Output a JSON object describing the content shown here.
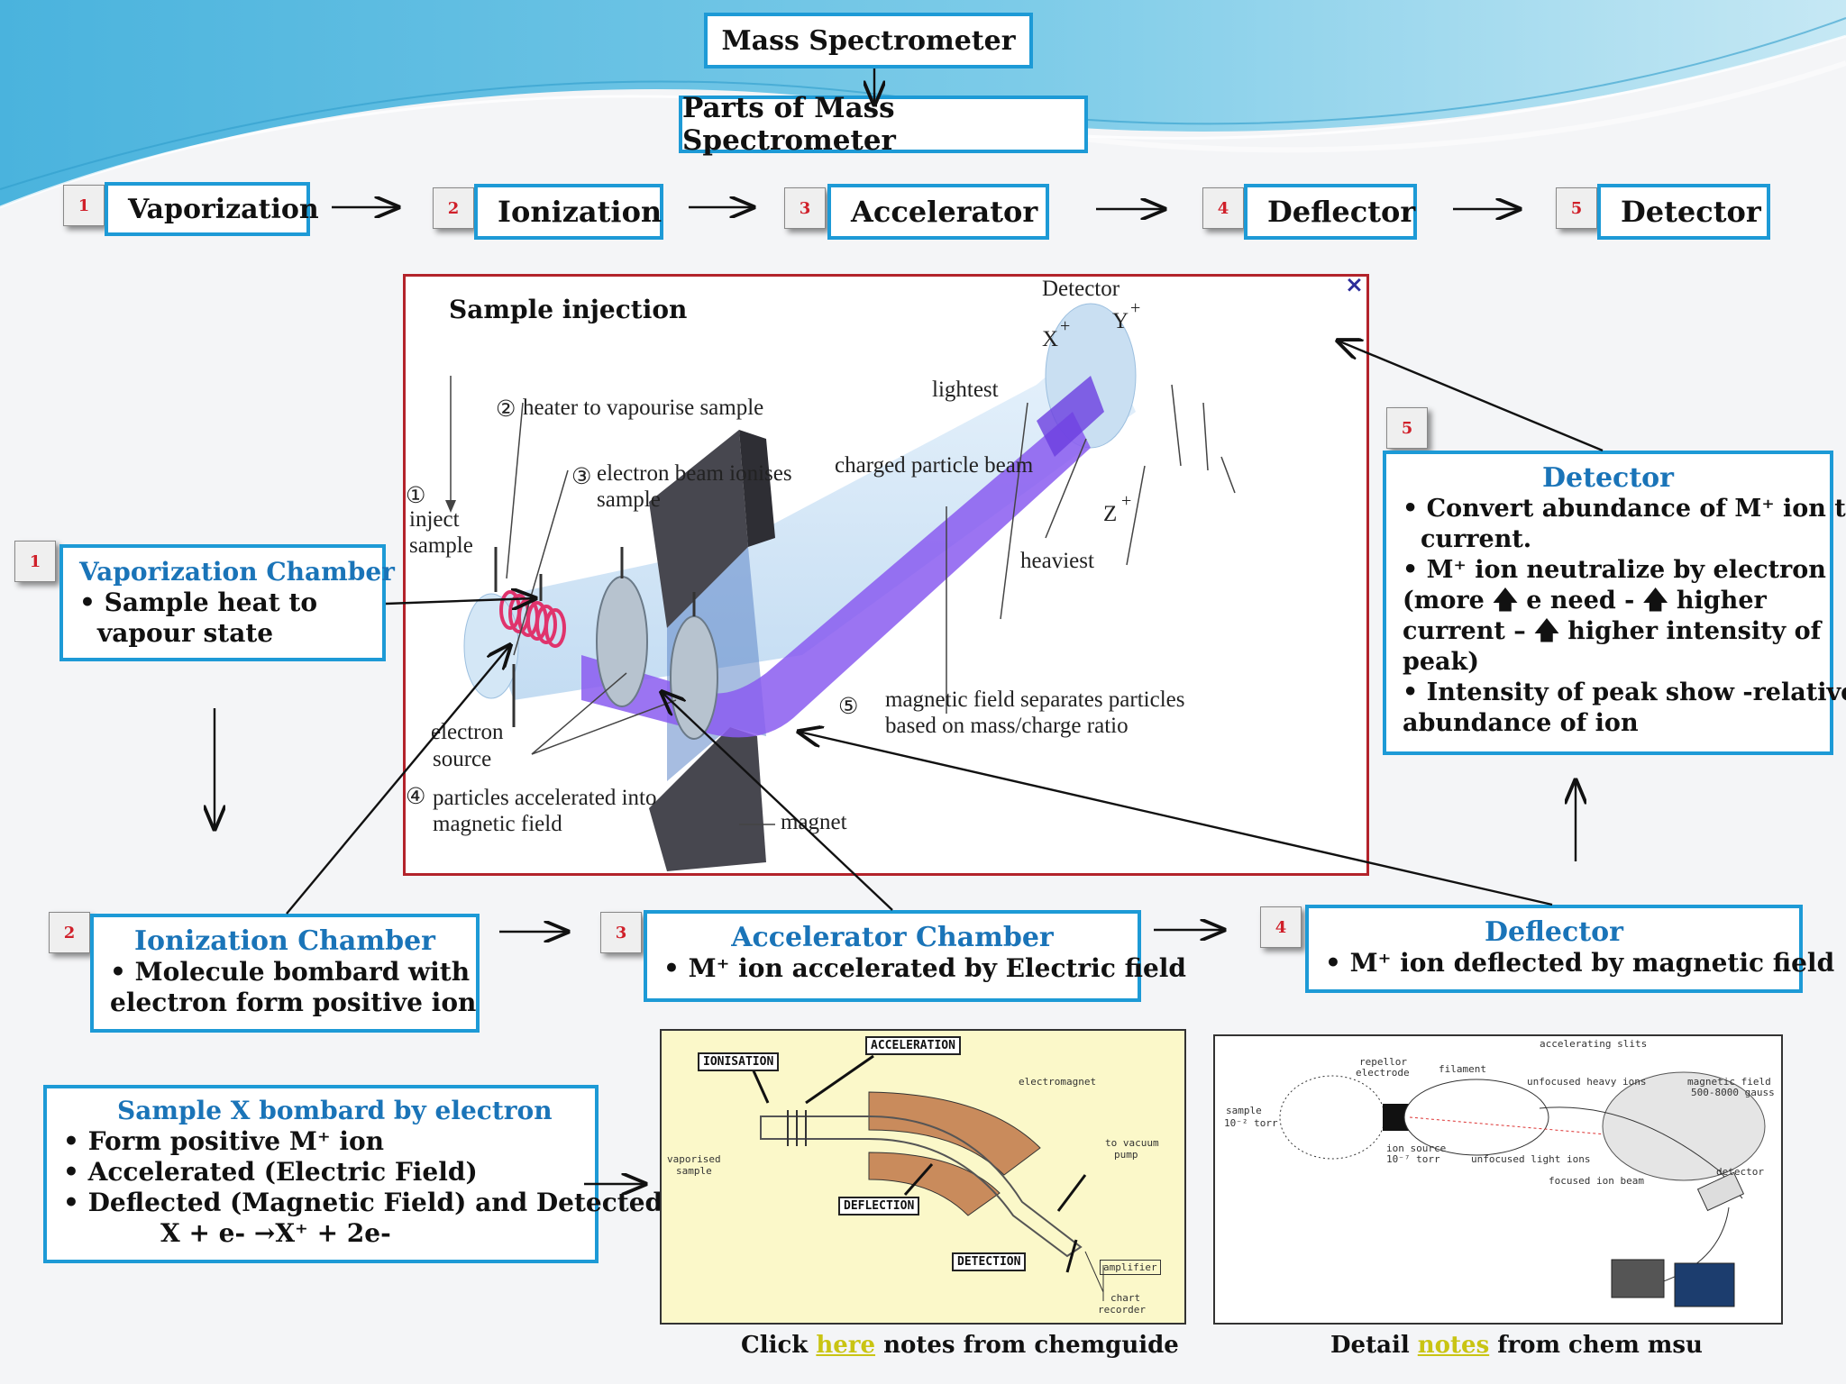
{
  "header": {
    "title": "Mass Spectrometer",
    "subtitle": "Parts of Mass Spectrometer"
  },
  "steps": [
    {
      "num": "1",
      "label": "Vaporization"
    },
    {
      "num": "2",
      "label": "Ionization"
    },
    {
      "num": "3",
      "label": "Accelerator"
    },
    {
      "num": "4",
      "label": "Deflector"
    },
    {
      "num": "5",
      "label": "Detector"
    }
  ],
  "diagram": {
    "sample_injection": "Sample injection",
    "heater": "heater to vapourise sample",
    "electron_beam_1": "electron beam ionises",
    "electron_beam_2": "sample",
    "charged_beam": "charged particle beam",
    "inject_1": "inject",
    "inject_2": "sample",
    "electron_source_1": "electron",
    "electron_source_2": "source",
    "accelerated_1": "particles accelerated into",
    "accelerated_2": "magnetic field",
    "magnet": "magnet",
    "magnetic_sep_1": "magnetic field separates particles",
    "magnetic_sep_2": "based on mass/charge ratio",
    "detector": "Detector",
    "lightest": "lightest",
    "heaviest": "heaviest",
    "x_label": "X",
    "y_label": "Y",
    "z_label": "Z",
    "plus": "+",
    "close": "×",
    "circled": [
      "①",
      "②",
      "③",
      "④",
      "⑤"
    ]
  },
  "boxes": {
    "vaporization": {
      "num": "1",
      "title": "Vaporization Chamber",
      "lines": [
        "• Sample heat to",
        "vapour state"
      ]
    },
    "ionization": {
      "num": "2",
      "title": "Ionization Chamber",
      "lines": [
        "• Molecule bombard with",
        "electron form positive ion"
      ]
    },
    "accelerator": {
      "num": "3",
      "title": "Accelerator Chamber",
      "lines": [
        "• M⁺ ion accelerated by Electric field"
      ]
    },
    "deflector": {
      "num": "4",
      "title": "Deflector",
      "lines": [
        "• M⁺ ion deflected by magnetic field"
      ]
    },
    "detector": {
      "num": "5",
      "title": "Detector",
      "lines": [
        "• Convert abundance of M⁺ ion to",
        "current.",
        "• M⁺ ion neutralize by electron",
        "(more 🡅 e need - 🡅 higher",
        "current – 🡅 higher intensity of",
        "peak)",
        "• Intensity of peak show -relative",
        "abundance of ion"
      ]
    },
    "summary": {
      "title": "Sample X bombard by electron",
      "lines": [
        "• Form positive M⁺ ion",
        "• Accelerated (Electric Field)",
        "• Deflected (Magnetic Field) and Detected",
        "X  +  e-  →X⁺  +  2e-"
      ]
    }
  },
  "chemguide": {
    "ionisation": "IONISATION",
    "acceleration": "ACCELERATION",
    "electromagnet": "electromagnet",
    "vacuum_1": "to vacuum",
    "vacuum_2": "pump",
    "vaporised_1": "vaporised",
    "vaporised_2": "sample",
    "deflection": "DEFLECTION",
    "detection": "DETECTION",
    "amplifier": "amplifier",
    "chart_1": "chart",
    "chart_2": "recorder"
  },
  "msu": {
    "accelerating_slits": "accelerating slits",
    "repellor_1": "repellor",
    "repellor_2": "electrode",
    "filament": "filament",
    "unfocused_heavy": "unfocused heavy ions",
    "magnetic_field": "magnetic field",
    "gauss": "500-8000 gauss",
    "sample": "sample",
    "sample_torr": "10⁻² torr",
    "ion_source": "ion source",
    "ion_torr": "10⁻⁷ torr",
    "unfocused_light": "unfocused light ions",
    "focused": "focused ion beam",
    "detector": "detector"
  },
  "captions": {
    "left_pre": "Click ",
    "left_link": "here",
    "left_post": "  notes from chemguide",
    "right_pre": "Detail ",
    "right_link": "notes",
    "right_post": " from chem msu"
  },
  "colors": {
    "accent": "#1d9ad6",
    "heading": "#1a74b8",
    "number": "#d0202a",
    "beam": "#8a5cf0",
    "link": "#c9c413"
  }
}
